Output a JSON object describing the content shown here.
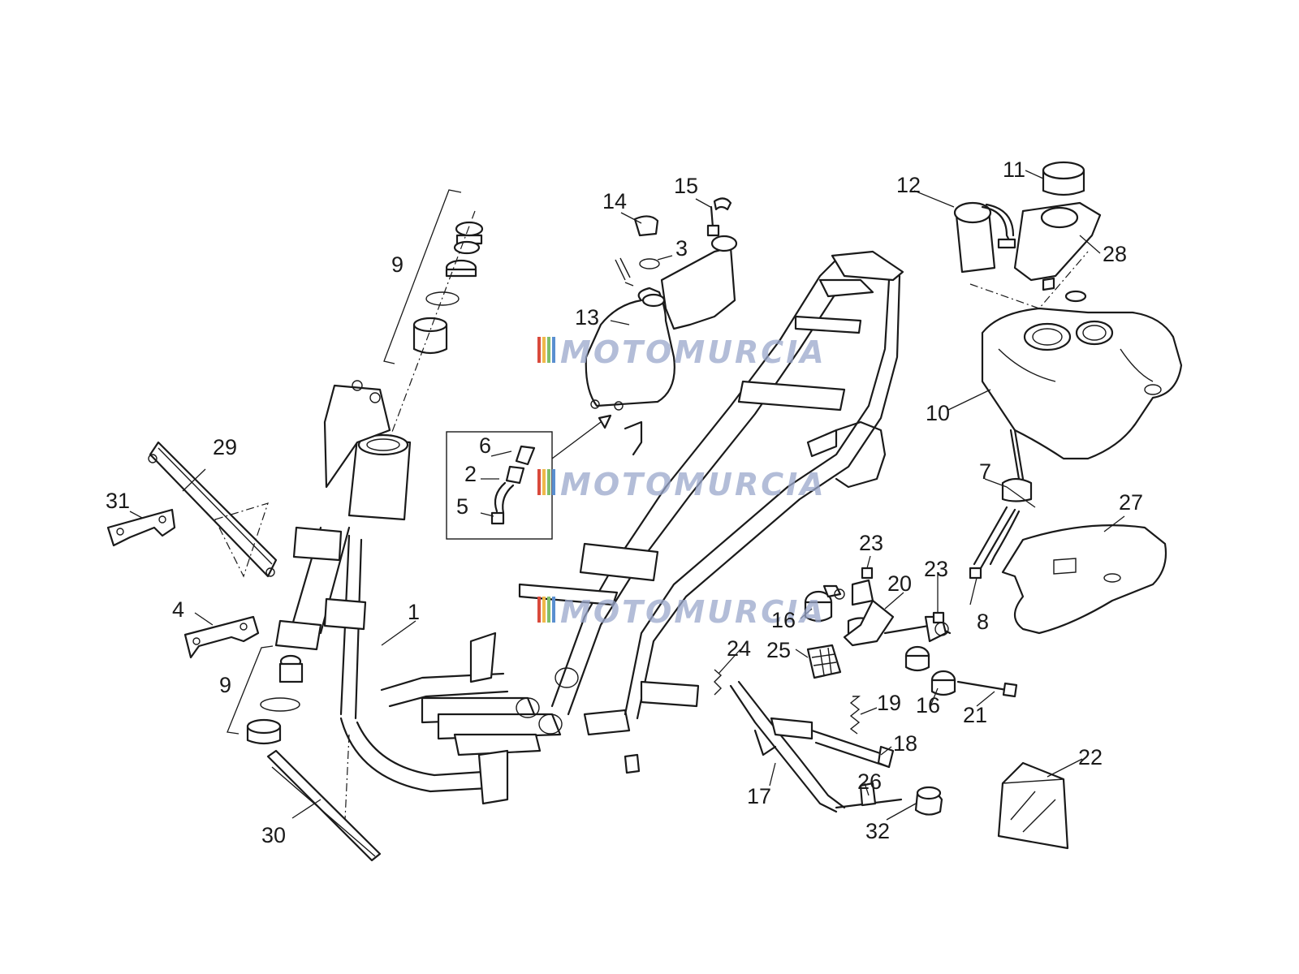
{
  "diagram": {
    "watermark": "MOTOMURCIA",
    "watermark_stripe_colors": [
      "#d94a3c",
      "#f0b84a",
      "#7fbf6a",
      "#5a8fd0"
    ],
    "callouts": [
      "1",
      "2",
      "3",
      "4",
      "5",
      "6",
      "7",
      "8",
      "9",
      "9",
      "10",
      "11",
      "12",
      "13",
      "14",
      "15",
      "16",
      "16",
      "17",
      "18",
      "19",
      "20",
      "21",
      "22",
      "23",
      "23",
      "24",
      "25",
      "26",
      "27",
      "28",
      "29",
      "30",
      "31",
      "32"
    ]
  }
}
